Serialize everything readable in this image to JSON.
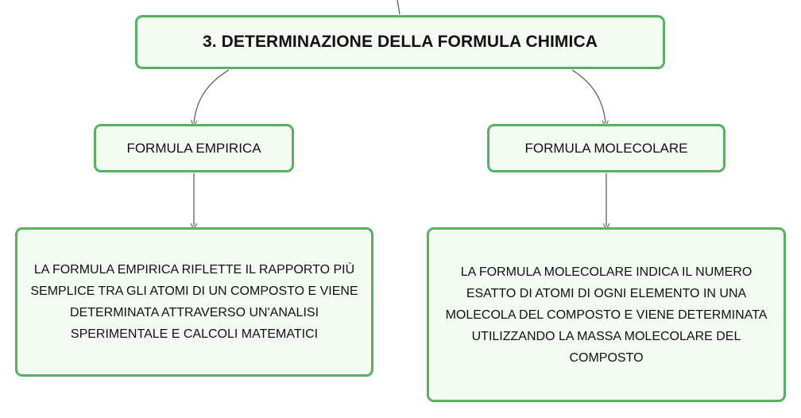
{
  "diagram": {
    "root": {
      "label": "3. DETERMINAZIONE DELLA FORMULA CHIMICA"
    },
    "branches": [
      {
        "label": "FORMULA EMPIRICA",
        "description": "LA FORMULA EMPIRICA RIFLETTE IL RAPPORTO PIÙ SEMPLICE TRA GLI ATOMI DI UN COMPOSTO E VIENE DETERMINATA ATTRAVERSO UN'ANALISI SPERIMENTALE E CALCOLI MATEMATICI"
      },
      {
        "label": "FORMULA MOLECOLARE",
        "description": "LA FORMULA MOLECOLARE INDICA IL NUMERO ESATTO DI ATOMI DI OGNI ELEMENTO IN UNA MOLECOLA DEL COMPOSTO E VIENE DETERMINATA UTILIZZANDO LA MASSA MOLECOLARE DEL COMPOSTO"
      }
    ]
  },
  "colors": {
    "node_border": "#56b160",
    "node_fill": "#f3fbf3",
    "connector": "#555555"
  }
}
